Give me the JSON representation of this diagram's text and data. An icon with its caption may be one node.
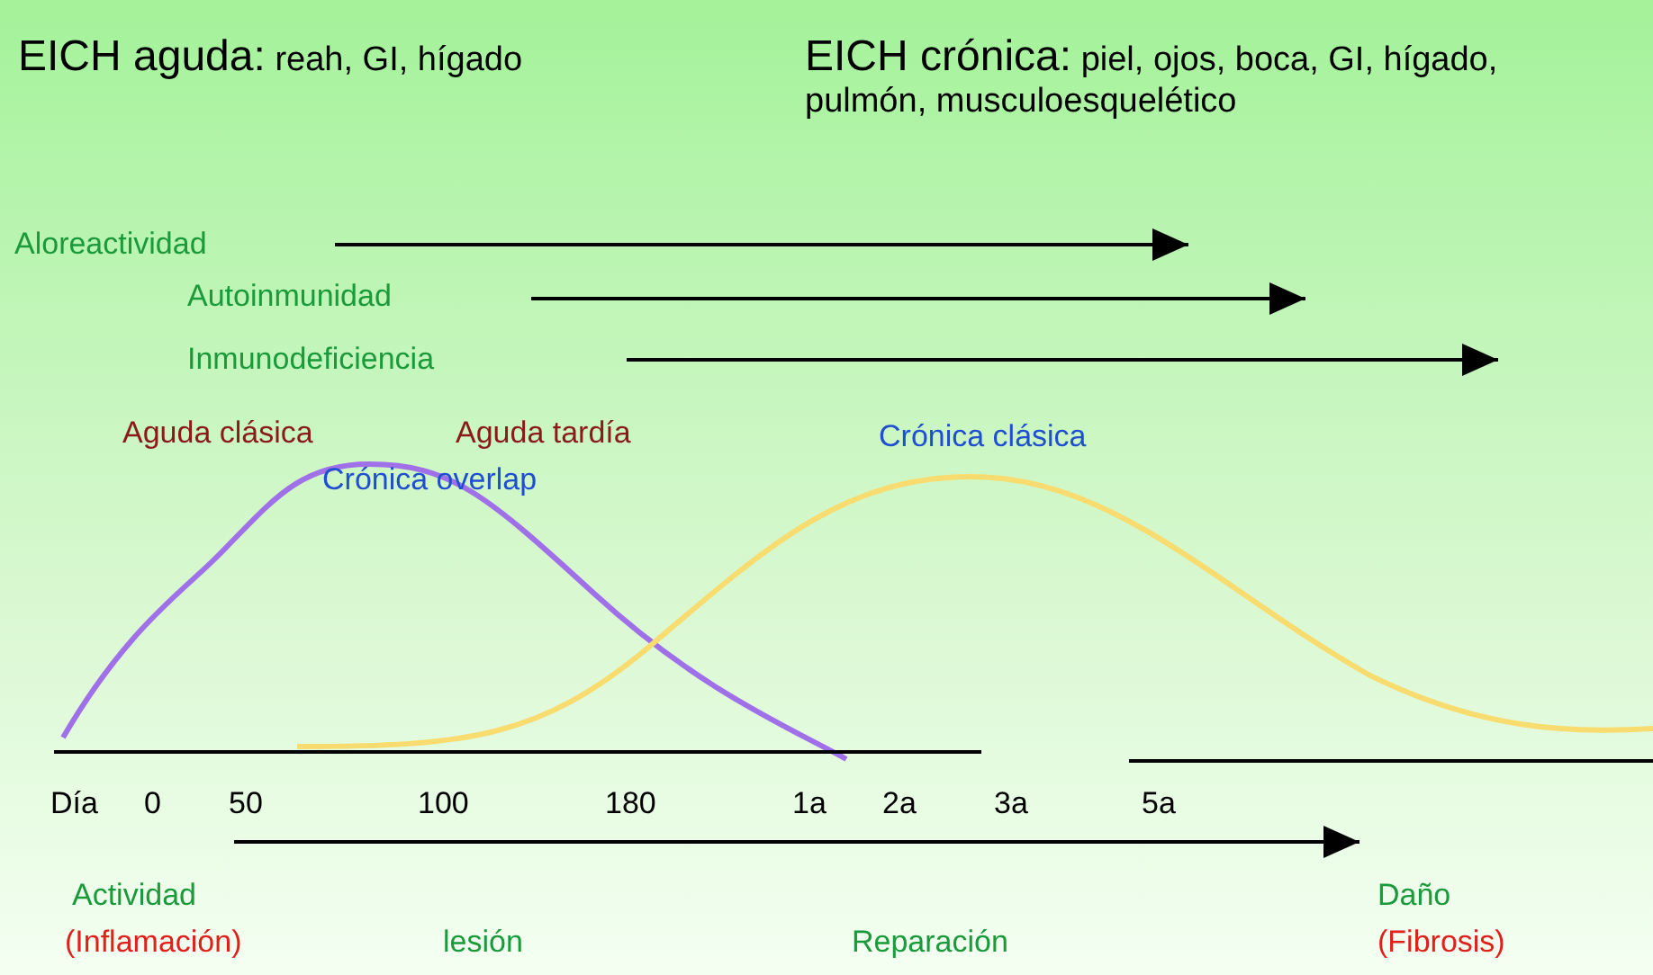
{
  "diagram": {
    "labels": [
      "EICH aguda: reah, GI, hígado",
      "EICH crónica: piel, ojos, boca, GI, hígado, pulmón, musculoesquelético",
      "Aloreactividad",
      "Autoinmunidad",
      "Inmunodeficiencia",
      "Aguda clásica",
      "Aguda tardía",
      "Crónica clásica",
      "Crónica overlap",
      "Día",
      "0",
      "50",
      "100",
      "180",
      "1a",
      "2a",
      "3a",
      "5a",
      "Actividad",
      "Daño",
      "(Inflamación)",
      "lesión",
      "Reparación",
      "(Fibrosis)"
    ]
  }
}
